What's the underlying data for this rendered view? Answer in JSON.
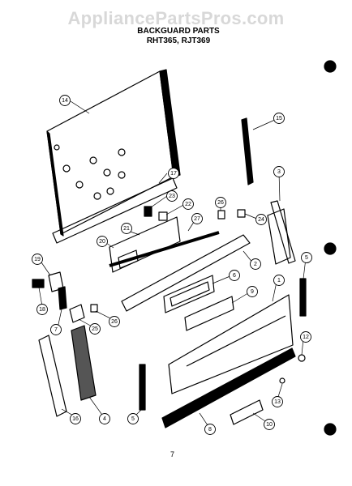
{
  "watermark": "AppliancePartsPros.com",
  "title": {
    "line1": "BACKGUARD PARTS",
    "line2": "RHT365, RJT369"
  },
  "page_number": "7",
  "callouts": [
    {
      "label": "14"
    },
    {
      "label": "15"
    },
    {
      "label": "17"
    },
    {
      "label": "23"
    },
    {
      "label": "22"
    },
    {
      "label": "26"
    },
    {
      "label": "24"
    },
    {
      "label": "3"
    },
    {
      "label": "21"
    },
    {
      "label": "27"
    },
    {
      "label": "20"
    },
    {
      "label": "2"
    },
    {
      "label": "19"
    },
    {
      "label": "6"
    },
    {
      "label": "5"
    },
    {
      "label": "9"
    },
    {
      "label": "1"
    },
    {
      "label": "18"
    },
    {
      "label": "26"
    },
    {
      "label": "7"
    },
    {
      "label": "25"
    },
    {
      "label": "12"
    },
    {
      "label": "13"
    },
    {
      "label": "16"
    },
    {
      "label": "4"
    },
    {
      "label": "5"
    },
    {
      "label": "8"
    },
    {
      "label": "10"
    }
  ]
}
